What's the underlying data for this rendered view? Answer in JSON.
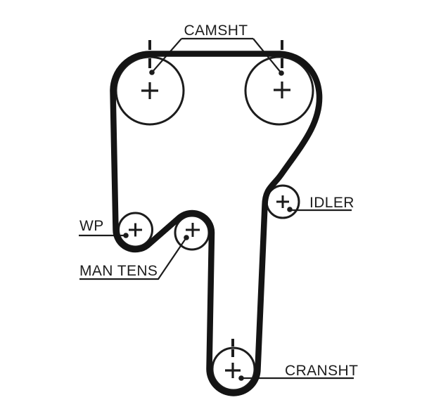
{
  "diagram": {
    "kind": "timing-belt-routing",
    "colors": {
      "background": "#ffffff",
      "line": "#1c1c1c",
      "belt": "#141414",
      "text": "#1d1d1d"
    },
    "labels": {
      "camshaft": "CAMSHT",
      "idler": "IDLER",
      "water_pump": "WP",
      "manual_tensioner": "MAN TENS",
      "crankshaft": "CRANSHT"
    },
    "marks": {
      "center_mark": "+",
      "timing_mark_style": "dashed"
    },
    "pulleys": [
      {
        "name": "camshaft-left",
        "label": "CAMSHT",
        "center_mark": "+",
        "timing_mark": true
      },
      {
        "name": "camshaft-right",
        "label": "CAMSHT",
        "center_mark": "+",
        "timing_mark": true
      },
      {
        "name": "idler",
        "label": "IDLER",
        "center_mark": "+",
        "timing_mark": false
      },
      {
        "name": "water-pump",
        "label": "WP",
        "center_mark": "+",
        "timing_mark": false
      },
      {
        "name": "manual-tensioner",
        "label": "MAN TENS",
        "center_mark": "+",
        "timing_mark": false
      },
      {
        "name": "crankshaft",
        "label": "CRANSHT",
        "center_mark": "+",
        "timing_mark": true
      }
    ]
  }
}
